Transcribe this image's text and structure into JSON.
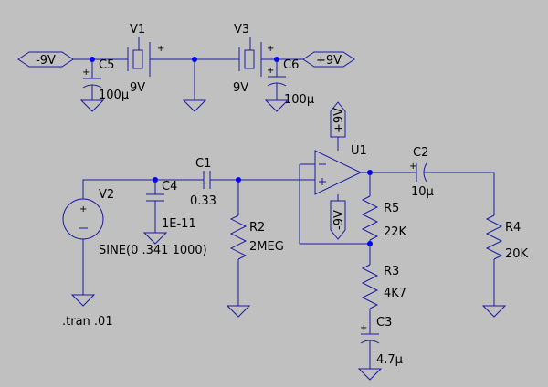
{
  "colors": {
    "background": "#c0c0c0",
    "wire": "#1a1aa0",
    "junction": "#0000ff",
    "text": "#000000"
  },
  "flags": {
    "neg_rail_left": "-9V",
    "pos_rail_right": "+9V",
    "opamp_vplus": "+9V",
    "opamp_vminus": "-9V"
  },
  "components": {
    "V1": {
      "ref": "V1",
      "value": "9V"
    },
    "V3": {
      "ref": "V3",
      "value": "9V"
    },
    "C5": {
      "ref": "C5",
      "value": "100µ"
    },
    "C6": {
      "ref": "C6",
      "value": "100µ"
    },
    "V2": {
      "ref": "V2",
      "value": "SINE(0 .341 1000)"
    },
    "C4": {
      "ref": "C4",
      "value": "1E-11"
    },
    "C1": {
      "ref": "C1",
      "value": "0.33"
    },
    "R2": {
      "ref": "R2",
      "value": "2MEG"
    },
    "U1": {
      "ref": "U1"
    },
    "R5": {
      "ref": "R5",
      "value": "22K"
    },
    "R3": {
      "ref": "R3",
      "value": "4K7"
    },
    "C3": {
      "ref": "C3",
      "value": "4.7µ"
    },
    "C2": {
      "ref": "C2",
      "value": "10µ"
    },
    "R4": {
      "ref": "R4",
      "value": "20K"
    }
  },
  "directive": ".tran .01"
}
